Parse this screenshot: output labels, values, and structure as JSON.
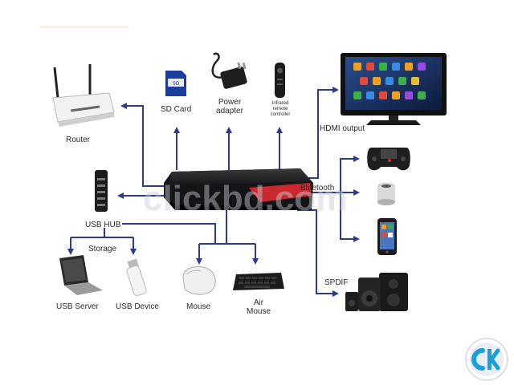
{
  "labels": {
    "router": "Router",
    "sd_card": "SD Card",
    "power_adapter_l1": "Power",
    "power_adapter_l2": "adapter",
    "remote_l1": "Infrared",
    "remote_l2": "remote",
    "remote_l3": "controller",
    "hdmi_output": "HDMI output",
    "bluetooth": "Bluetooth",
    "usb_hub": "USB HUB",
    "storage": "Storage",
    "usb_server": "USB Server",
    "usb_device": "USB Device",
    "mouse": "Mouse",
    "air_mouse_l1": "Air",
    "air_mouse_l2": "Mouse",
    "spdif": "SPDIF"
  },
  "watermark": {
    "text": "clickbd.com"
  },
  "colors": {
    "arrow": "#2e3a8c",
    "accent_red": "#c8282e",
    "box_body": "#1c1c1e"
  }
}
